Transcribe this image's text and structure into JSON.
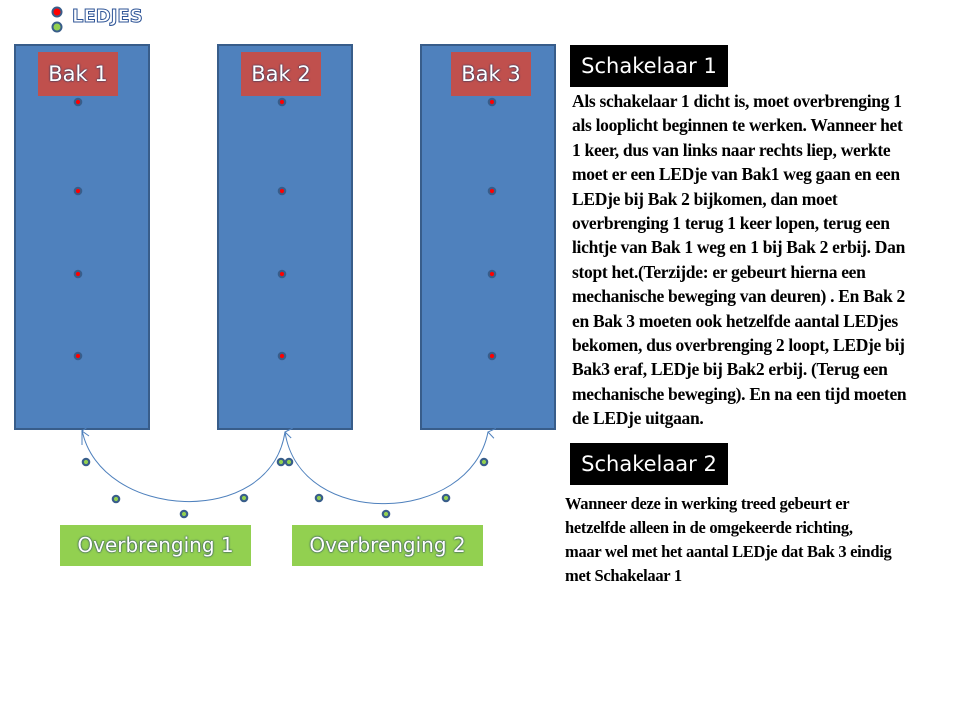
{
  "legend": {
    "label": "LEDJES",
    "colors": {
      "on": "#ff0000",
      "off": "#92d050"
    }
  },
  "bakken": [
    {
      "label": "Bak 1"
    },
    {
      "label": "Bak 2"
    },
    {
      "label": "Bak 3"
    }
  ],
  "overbrengingen": [
    {
      "label": "Overbrenging 1"
    },
    {
      "label": "Overbrenging 2"
    }
  ],
  "schakelaar1": {
    "title": "Schakelaar 1",
    "lines": [
      "Als schakelaar 1 dicht is, moet overbrenging 1",
      "als looplicht beginnen te werken.  Wanneer het",
      "1 keer, dus van links naar rechts liep, werkte",
      "moet er een LEDje van Bak1 weg gaan en een",
      "LEDje bij Bak 2 bijkomen, dan moet",
      "overbrenging 1 terug 1 keer lopen, terug een",
      "lichtje van Bak  1 weg en 1 bij Bak 2 erbij. Dan",
      "stopt het.(Terzijde: er gebeurt hierna een",
      "mechanische beweging van deuren) . En Bak 2",
      "en Bak 3  moeten ook hetzelfde aantal LEDjes",
      "bekomen, dus overbrenging 2 loopt, LEDje  bij",
      "Bak3 eraf, LEDje bij Bak2 erbij. (Terug een",
      "mechanische beweging). En na een tijd moeten",
      "de LEDje uitgaan."
    ]
  },
  "schakelaar2": {
    "title": "Schakelaar 2",
    "lines": [
      "Wanneer deze in werking treed gebeurt er",
      "hetzelfde alleen in de omgekeerde richting,",
      "maar wel met het aantal LEDje dat Bak 3 eindig",
      "met Schakelaar 1"
    ]
  }
}
